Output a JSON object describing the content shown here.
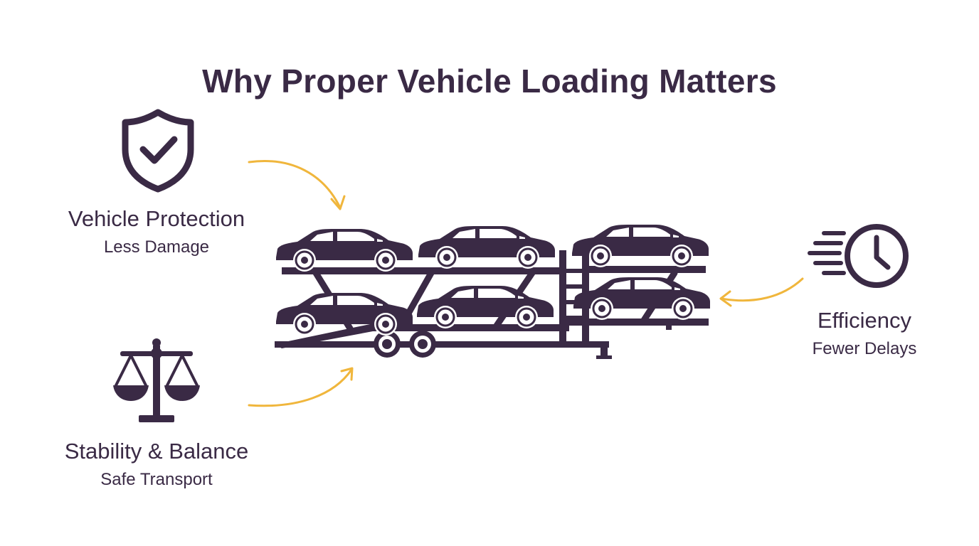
{
  "title": "Why Proper Vehicle Loading Matters",
  "benefits": [
    {
      "heading": "Vehicle Protection",
      "subtext": "Less Damage",
      "icon": "shield-check-icon"
    },
    {
      "heading": "Stability & Balance",
      "subtext": "Safe Transport",
      "icon": "balance-scale-icon"
    },
    {
      "heading": "Efficiency",
      "subtext": "Fewer Delays",
      "icon": "fast-clock-icon"
    }
  ],
  "colors": {
    "primary": "#3a2a45",
    "accent": "#f0b63c",
    "background": "#ffffff"
  },
  "illustration": "car-carrier-trailer-icon"
}
